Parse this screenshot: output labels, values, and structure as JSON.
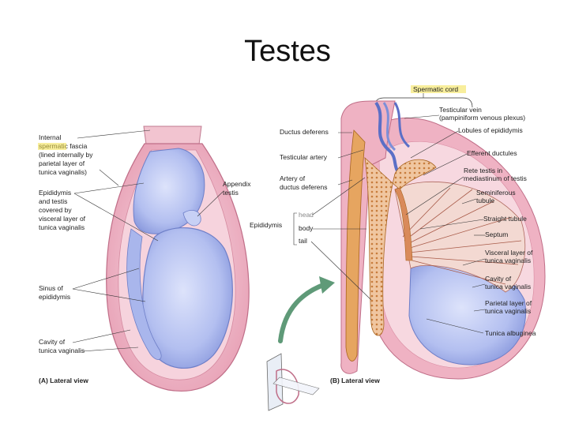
{
  "title": "Testes",
  "panel_a": {
    "caption": "(A) Lateral view",
    "labels": {
      "internal_spermatic_fascia": [
        "Internal",
        "spermatic fascia",
        "(lined internally by",
        "parietal layer of",
        "tunica vaginalis)"
      ],
      "epididymis_and_testis": [
        "Epididymis",
        "and testis",
        "covered by",
        "visceral layer of",
        "tunica vaginalis"
      ],
      "appendix_testis": [
        "Appendix",
        "testis"
      ],
      "sinus_of_epididymis": [
        "Sinus of",
        "epididymis"
      ],
      "cavity_of_tunica_vaginalis": [
        "Cavity of",
        "tunica vaginalis"
      ]
    }
  },
  "panel_b": {
    "caption": "(B) Lateral view",
    "labels": {
      "spermatic_cord": "Spermatic cord",
      "testicular_vein": [
        "Testicular vein",
        "(pampiniform venous plexus)"
      ],
      "ductus_deferens": "Ductus deferens",
      "lobules_of_epididymis": "Lobules of epididymis",
      "testicular_artery": "Testicular artery",
      "efferent_ductules": "Efferent ductules",
      "artery_of_ductus_deferens": [
        "Artery of",
        "ductus deferens"
      ],
      "rete_testis": [
        "Rete testis in",
        "mediastinum of testis"
      ],
      "seminiferous_tubule": [
        "Seminiferous",
        "tubule"
      ],
      "epididymis": "Epididymis",
      "head": "head",
      "body": "body",
      "tail": "tail",
      "straight_tubule": "Straight tubule",
      "septum": "Septum",
      "visceral_layer": [
        "Visceral layer of",
        "tunica vaginalis"
      ],
      "cavity_of_tunica_vaginalis": [
        "Cavity of",
        "tunica vaginalis"
      ],
      "parietal_layer": [
        "Parietal layer of",
        "tunica vaginalis"
      ],
      "tunica_albuginea": "Tunica albuginea"
    }
  },
  "colors": {
    "fascia_pink": "#e8a6b8",
    "testis_blue": "#b9c3ec",
    "duct_orange": "#e6a560",
    "arrow_green": "#5f9a78",
    "highlight": "#f3e04a"
  }
}
